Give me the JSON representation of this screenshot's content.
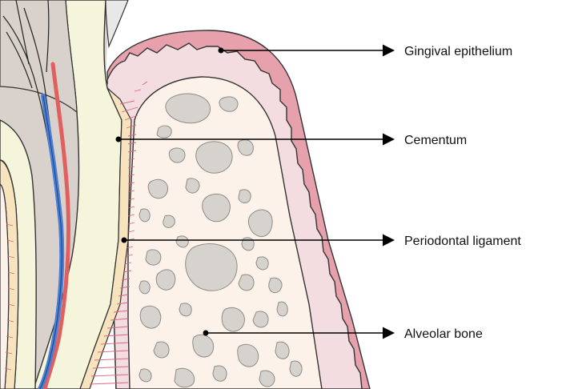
{
  "labels": {
    "gingival_epithelium": "Gingival epithelium",
    "cementum": "Cementum",
    "periodontal_ligament": "Periodontal ligament",
    "alveolar_bone": "Alveolar bone"
  },
  "colors": {
    "gingiva_outer": "#e7a1ad",
    "gingiva_inner": "#f3dde0",
    "bone_fill": "#fdf2ea",
    "bone_pore": "#d6d3cf",
    "dentin": "#f5f5dc",
    "pulp": "#d9d2cc",
    "cementum": "#f7e4bf",
    "ligament": "#d9677b",
    "vein": "#4a7fd4",
    "artery": "#e06060"
  }
}
